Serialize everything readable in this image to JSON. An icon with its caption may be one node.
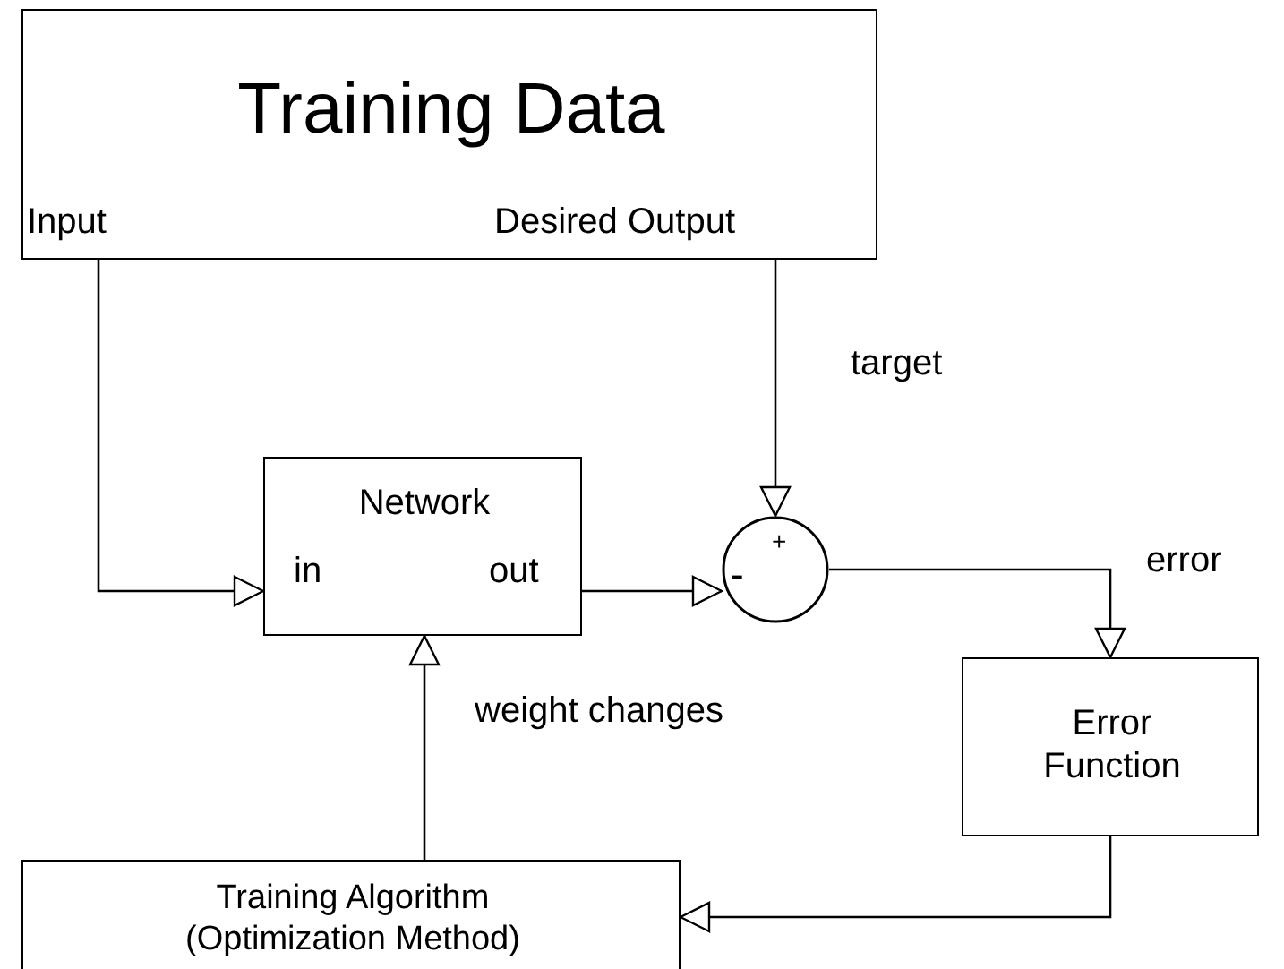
{
  "diagram": {
    "nodes": [
      {
        "text": [
          "Training Data"
        ]
      },
      {
        "text": [
          "Input"
        ],
        "in": 0
      },
      {
        "text": [
          "Desired Output"
        ],
        "in": 0
      },
      {
        "text": [
          "Network",
          "in",
          "out"
        ]
      },
      {
        "text": [
          "+",
          "-"
        ]
      },
      {
        "text": [
          "Error Function"
        ]
      },
      {
        "text": [
          "Training Algorithm (Optimization Method)"
        ]
      }
    ],
    "edges": [
      {
        "from": 1,
        "to": 3,
        "arrow": "to"
      },
      {
        "from": 2,
        "to": 4,
        "arrow": "to",
        "label": "target"
      },
      {
        "from": 3,
        "to": 4,
        "arrow": "to"
      },
      {
        "from": 4,
        "to": 5,
        "arrow": "to",
        "label": "error"
      },
      {
        "from": 5,
        "to": 6,
        "arrow": "to"
      },
      {
        "from": 6,
        "to": 3,
        "arrow": "to",
        "label": "weight changes"
      }
    ]
  }
}
